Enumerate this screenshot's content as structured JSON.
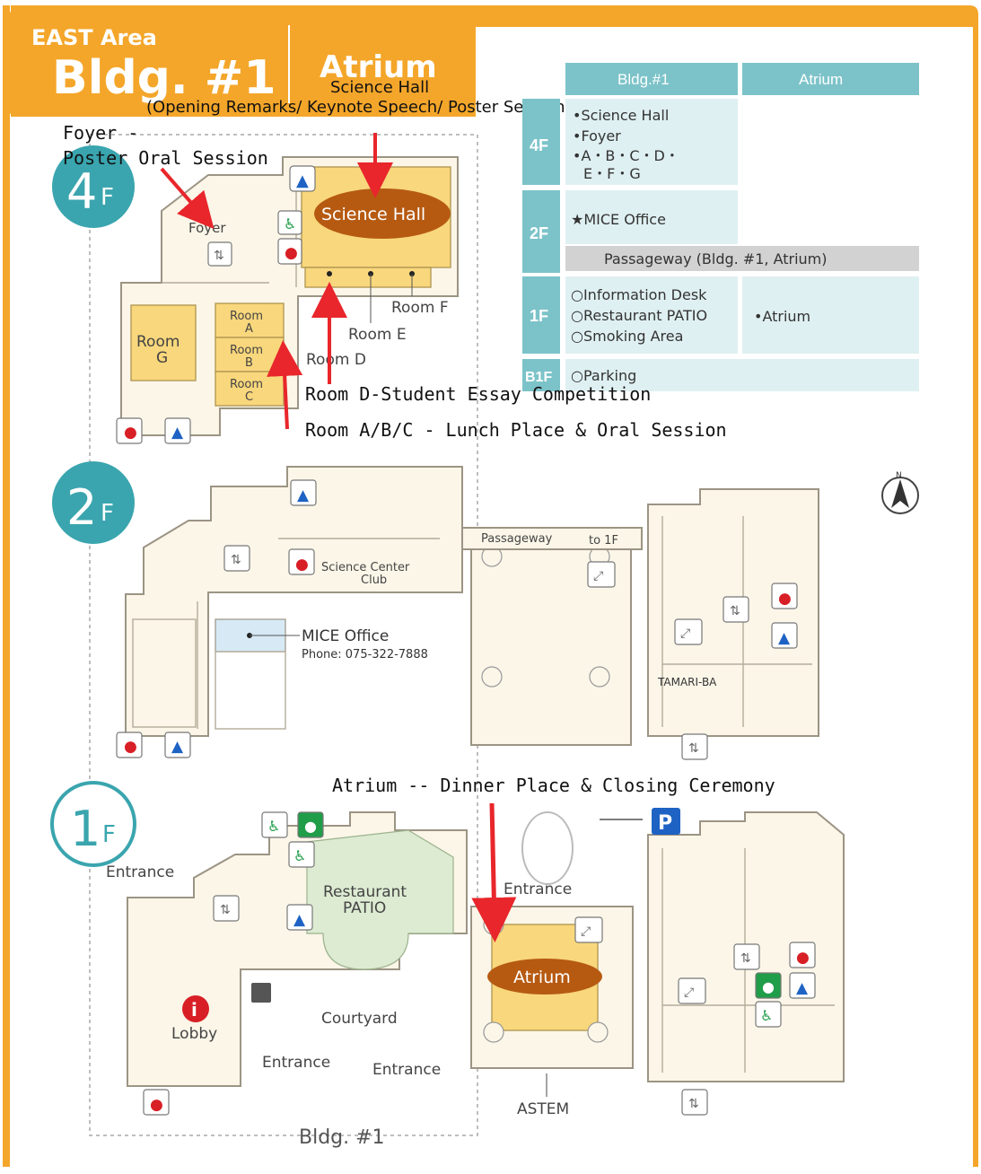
{
  "header": {
    "area": "EAST Area",
    "bldg": "Bldg. #1",
    "atrium": "Atrium",
    "science_hall_note": "Science Hall",
    "science_hall_detail": "(Opening Remarks/ Keynote Speech/ Poster Session)"
  },
  "annotations": {
    "foyer_line1": "Foyer -",
    "foyer_line2": "Poster Oral Session",
    "room_d": "Room D-Student Essay Competition",
    "room_abc": "Room A/B/C - Lunch Place & Oral Session",
    "atrium_note": "Atrium -- Dinner Place & Closing Ceremony"
  },
  "directory": {
    "headers": [
      "Bldg.#1",
      "Atrium"
    ],
    "rows": [
      {
        "floor": "4F",
        "bldg_items": [
          "•Science Hall",
          "•Foyer",
          "•A・B・C・D・",
          "E・F・G"
        ],
        "atrium_items": []
      },
      {
        "floor": "2F",
        "bldg_items": [
          "★MICE Office"
        ],
        "atrium_items": []
      },
      {
        "floor": "",
        "span": "Passageway (Bldg. #1, Atrium)"
      },
      {
        "floor": "1F",
        "bldg_items": [
          "○Information Desk",
          "○Restaurant PATIO",
          "○Smoking Area"
        ],
        "atrium_items": [
          "•Atrium"
        ]
      },
      {
        "floor": "B1F",
        "bldg_items": [
          "○Parking"
        ],
        "atrium_items": []
      }
    ]
  },
  "floors": {
    "f4": {
      "badge_num": "4",
      "badge_suffix": "F",
      "science_hall": "Science Hall",
      "foyer": "Foyer",
      "room_g": [
        "Room",
        "G"
      ],
      "room_a": [
        "Room",
        "A"
      ],
      "room_b": [
        "Room",
        "B"
      ],
      "room_c": [
        "Room",
        "C"
      ],
      "room_d": "Room D",
      "room_e": "Room E",
      "room_f": "Room F"
    },
    "f2": {
      "badge_num": "2",
      "badge_suffix": "F",
      "passageway": "Passageway",
      "to_1f": "to 1F",
      "science_center_club": [
        "Science Center",
        "Club"
      ],
      "mice_office": "MICE Office",
      "phone": "Phone: 075-322-7888",
      "tamari_ba": "TAMARI-BA"
    },
    "f1": {
      "badge_num": "1",
      "badge_suffix": "F",
      "entrance": "Entrance",
      "restaurant": [
        "Restaurant",
        "PATIO"
      ],
      "courtyard": "Courtyard",
      "lobby": "Lobby",
      "atrium": "Atrium",
      "astem": "ASTEM",
      "parking_icon": "P"
    }
  },
  "footer": {
    "bldg": "Bldg. #1"
  },
  "compass": {
    "label": "N"
  },
  "colors": {
    "brand_orange": "#f4a62a",
    "teal": "#3aa5ae",
    "science_hall": "#b65a12",
    "room_yellow": "#f9d77c",
    "arrow_red": "#e8262b",
    "male_blue": "#1e63c4",
    "female_red": "#d81f26",
    "green": "#1f9d48"
  }
}
